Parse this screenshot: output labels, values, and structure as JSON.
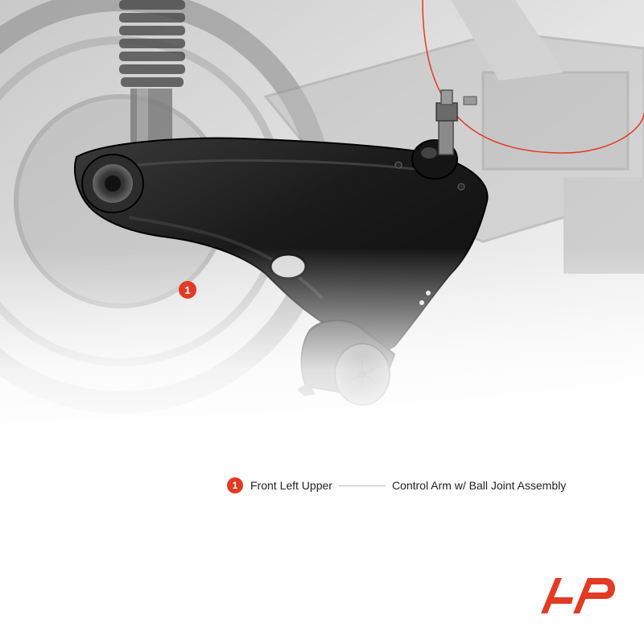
{
  "brand": {
    "accent": "#e23a23",
    "dark": "#1c1c1c",
    "logo_icon": "a-premium-logo-icon"
  },
  "callout": {
    "number": "1"
  },
  "legend": {
    "number": "1",
    "position": "Front Left Upper",
    "part": "Control Arm w/ Ball Joint Assembly"
  }
}
